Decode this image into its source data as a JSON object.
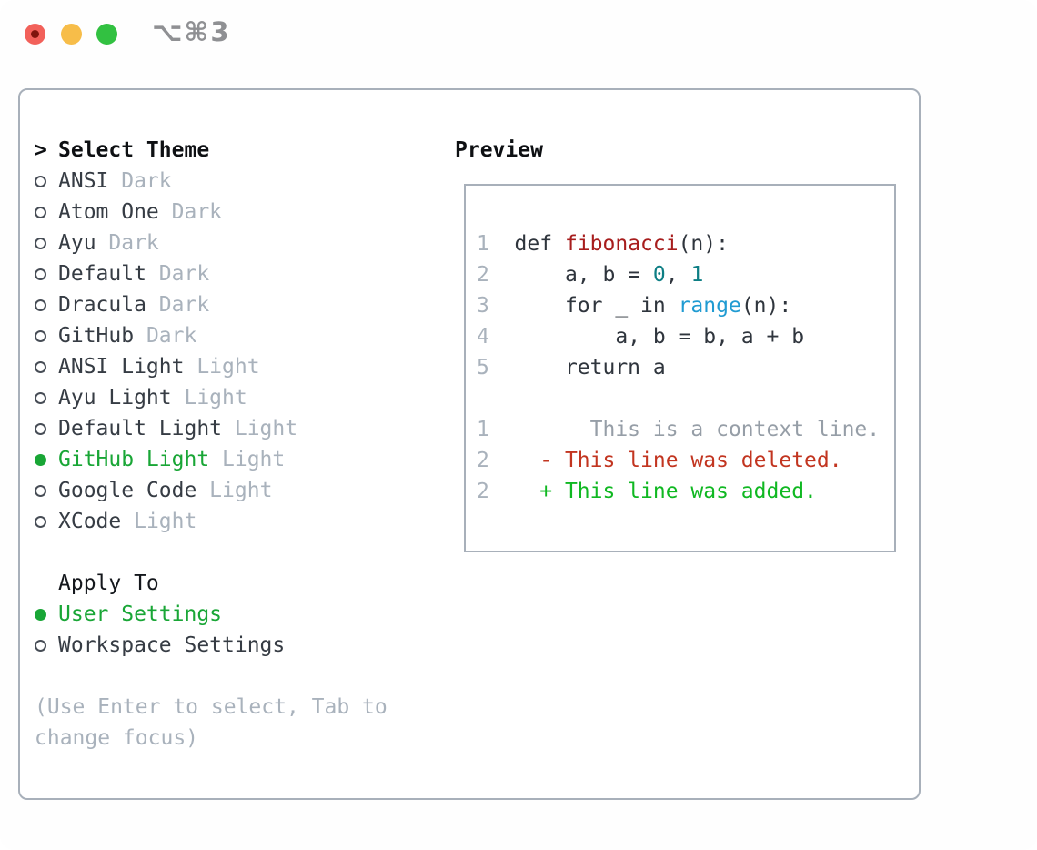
{
  "titlebar": {
    "title": "⌥⌘3",
    "traffic_lights": [
      {
        "name": "close",
        "color": "#f2615a"
      },
      {
        "name": "minimize",
        "color": "#f7bd49"
      },
      {
        "name": "zoom",
        "color": "#32c141"
      }
    ]
  },
  "theme_picker": {
    "header_prefix": ">",
    "header_label": "Select Theme",
    "themes": [
      {
        "label": "ANSI",
        "tag": "Dark",
        "selected": false
      },
      {
        "label": "Atom One",
        "tag": "Dark",
        "selected": false
      },
      {
        "label": "Ayu",
        "tag": "Dark",
        "selected": false
      },
      {
        "label": "Default",
        "tag": "Dark",
        "selected": false
      },
      {
        "label": "Dracula",
        "tag": "Dark",
        "selected": false
      },
      {
        "label": "GitHub",
        "tag": "Dark",
        "selected": false
      },
      {
        "label": "ANSI Light",
        "tag": "Light",
        "selected": false
      },
      {
        "label": "Ayu Light",
        "tag": "Light",
        "selected": false
      },
      {
        "label": "Default Light",
        "tag": "Light",
        "selected": false
      },
      {
        "label": "GitHub Light",
        "tag": "Light",
        "selected": true
      },
      {
        "label": "Google Code",
        "tag": "Light",
        "selected": false
      },
      {
        "label": "XCode",
        "tag": "Light",
        "selected": false
      }
    ],
    "apply_to_label": "Apply To",
    "apply_to_options": [
      {
        "label": "User Settings",
        "selected": true
      },
      {
        "label": "Workspace Settings",
        "selected": false
      }
    ],
    "hint_lines": [
      "(Use Enter to select, Tab to",
      "change focus)"
    ]
  },
  "preview": {
    "header": "Preview",
    "lines": [
      [
        {
          "t": "1",
          "c": "ln"
        },
        {
          "t": "  def ",
          "c": "plain"
        },
        {
          "t": "fibonacci",
          "c": "fn"
        },
        {
          "t": "(n):",
          "c": "plain"
        }
      ],
      [
        {
          "t": "2",
          "c": "ln"
        },
        {
          "t": "      a, b = ",
          "c": "plain"
        },
        {
          "t": "0",
          "c": "num"
        },
        {
          "t": ", ",
          "c": "plain"
        },
        {
          "t": "1",
          "c": "num"
        }
      ],
      [
        {
          "t": "3",
          "c": "ln"
        },
        {
          "t": "      for _ in ",
          "c": "plain"
        },
        {
          "t": "range",
          "c": "builtin"
        },
        {
          "t": "(n):",
          "c": "plain"
        }
      ],
      [
        {
          "t": "4",
          "c": "ln"
        },
        {
          "t": "          a, b = b, a + b",
          "c": "plain"
        }
      ],
      [
        {
          "t": "5",
          "c": "ln"
        },
        {
          "t": "      return a",
          "c": "plain"
        }
      ],
      [],
      [
        {
          "t": "1",
          "c": "ln"
        },
        {
          "t": "        This is a context line.",
          "c": "ctx"
        }
      ],
      [
        {
          "t": "2",
          "c": "ln"
        },
        {
          "t": "    ",
          "c": "plain"
        },
        {
          "t": "- This line was deleted.",
          "c": "del"
        }
      ],
      [
        {
          "t": "2",
          "c": "ln"
        },
        {
          "t": "    ",
          "c": "plain"
        },
        {
          "t": "+ This line was added.",
          "c": "add"
        }
      ]
    ]
  },
  "colors": {
    "selected_green": "#19a636",
    "panel_border": "#a8b0ba",
    "tag_gray": "#a9b2bc",
    "code_function_red": "#a71d1d",
    "code_number_teal": "#0d7e84",
    "code_builtin_blue": "#209bd2",
    "diff_deleted_red": "#c23520",
    "diff_added_green": "#10b822"
  }
}
